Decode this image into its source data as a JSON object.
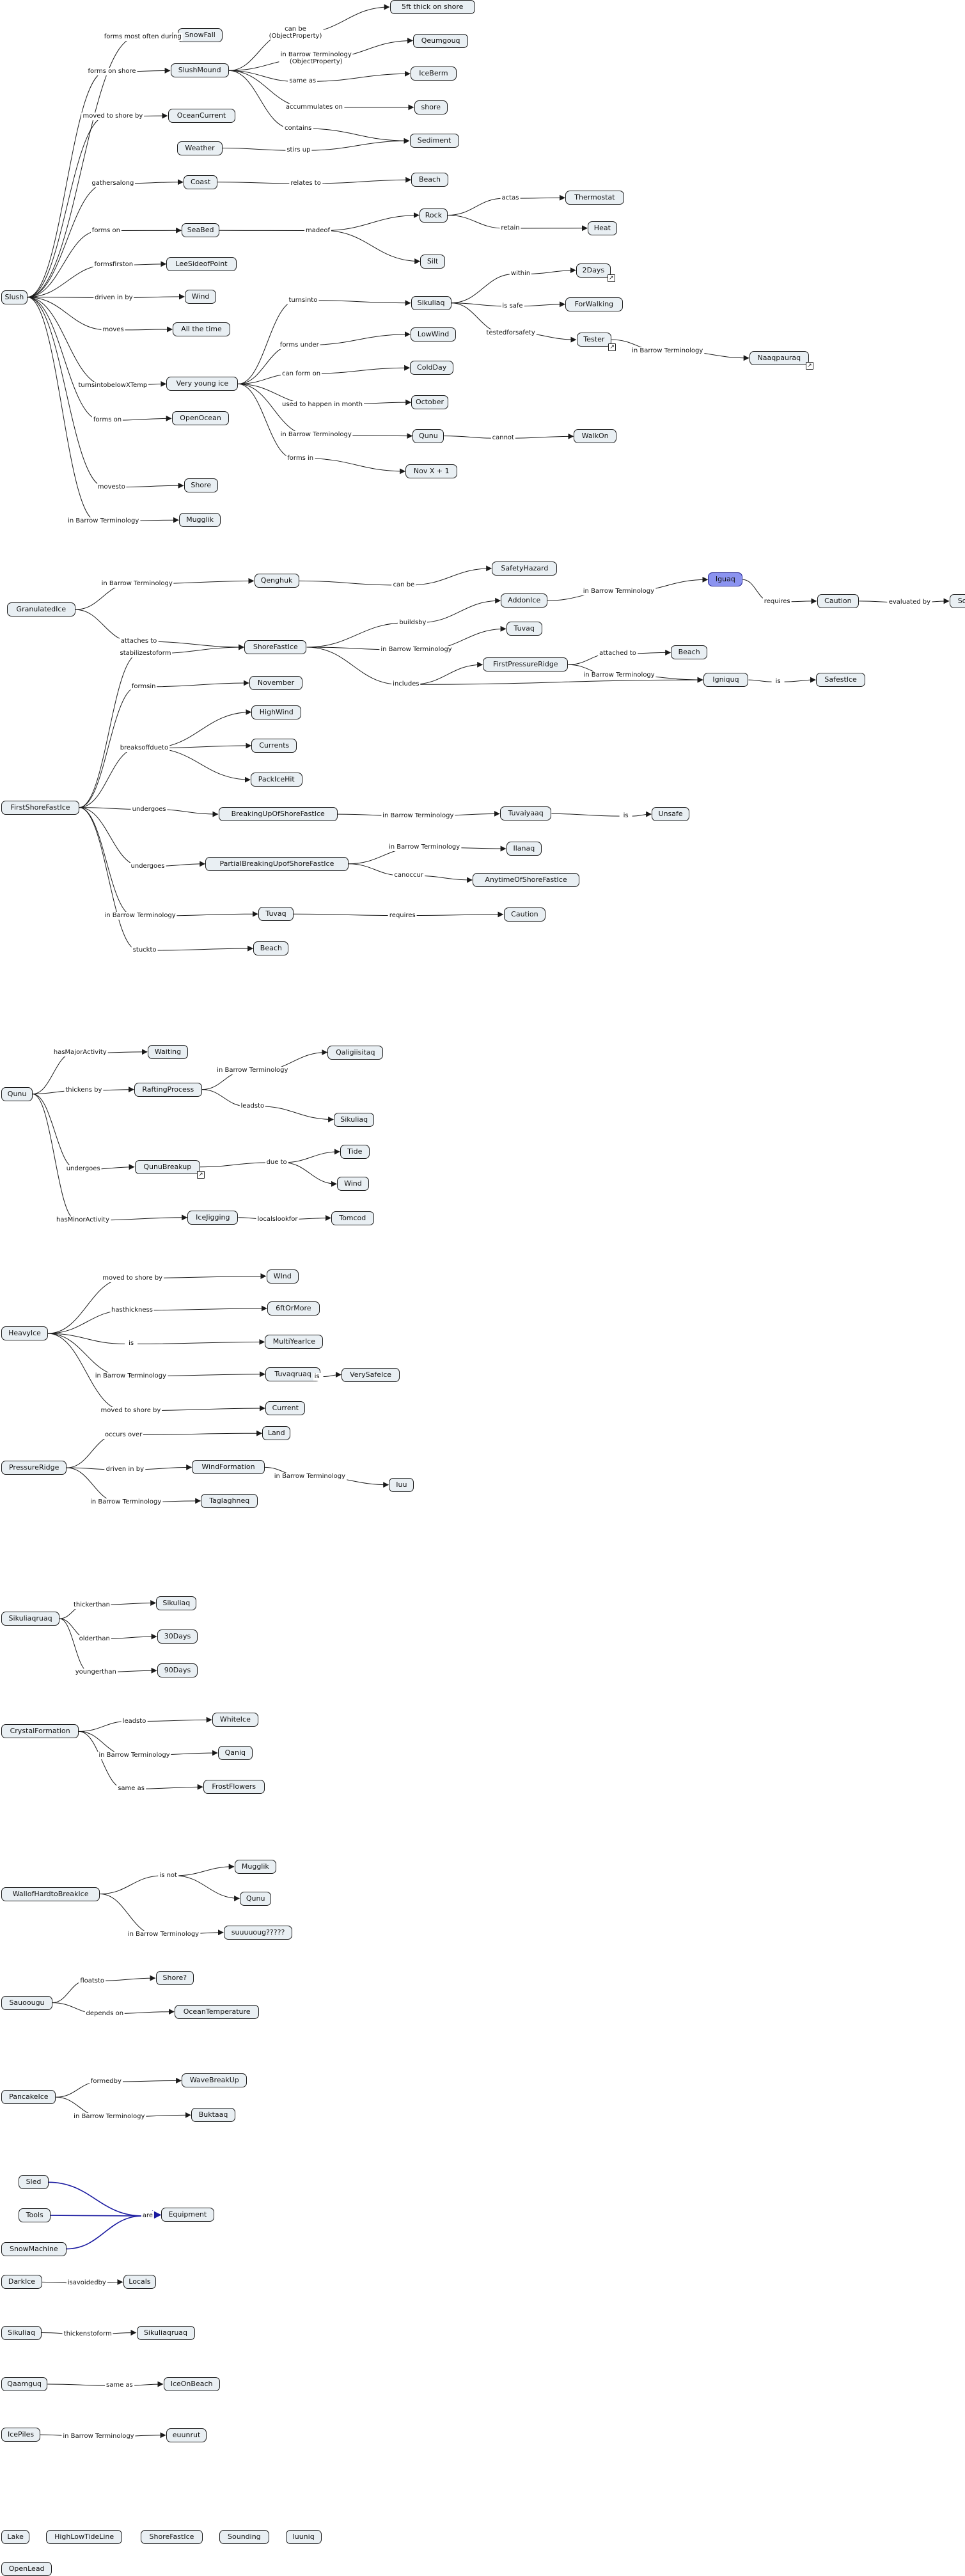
{
  "concepts": {
    "slush": "Slush",
    "snowfall": "SnowFall",
    "sftthick": "5ft thick on shore",
    "qeum": "Qeumgouq",
    "slushmound": "SlushMound",
    "iceberm": "IceBerm",
    "shore1": "shore",
    "sediment": "Sediment",
    "oceancurrent": "OceanCurrent",
    "weather": "Weather",
    "coast": "Coast",
    "beach1": "Beach",
    "seabed": "SeaBed",
    "rock": "Rock",
    "thermostat": "Thermostat",
    "heat": "Heat",
    "silt": "Silt",
    "leeside": "LeeSideofPoint",
    "wind1": "Wind",
    "alltime": "All the time",
    "sikuliaq1": "Sikuliaq",
    "twodays": "2Days",
    "forwalking": "ForWalking",
    "tester": "Tester",
    "naaqpauraq": "Naaqpauraq",
    "verygoung": "Very young ice",
    "lowwind": "LowWind",
    "coldday": "ColdDay",
    "october": "October",
    "qunu1": "Qunu",
    "walkon": "WalkOn",
    "openocean": "OpenOcean",
    "novx": "Nov X + 1",
    "shore2": "Shore",
    "mugglik1": "Mugglik",
    "granulated": "GranulatedIce",
    "qenghuk": "Qenghuk",
    "safetyhazard": "SafetyHazard",
    "addonice": "AddonIce",
    "iguaq": "Iguaq",
    "caution1": "Caution",
    "sounding1": "Sounding",
    "shorefastice1": "ShoreFastIce",
    "tuvaq1": "Tuvaq",
    "firstpressure": "FirstPressureRidge",
    "beach2": "Beach",
    "igniquq": "Igniquq",
    "safestice": "SafestIce",
    "firstshorefast": "FirstShoreFastIce",
    "november": "November",
    "highwind": "HighWind",
    "currents": "Currents",
    "packicehit": "PackIceHit",
    "breakingup": "BreakingUpOfShoreFastIce",
    "tuvaiyaaq": "Tuvaiyaaq",
    "unsafe": "Unsafe",
    "partialbreaking": "PartialBreakingUpofShoreFastIce",
    "ilanaq": "Ilanaq",
    "anytime": "AnytimeOfShoreFastIce",
    "tuvaq2": "Tuvaq",
    "caution2": "Caution",
    "beach3": "Beach",
    "qunu2": "Qunu",
    "waiting": "Waiting",
    "rafting": "RaftingProcess",
    "qaligiisitaq": "Qaligiisitaq",
    "sikuliaq2": "Sikuliaq",
    "tide": "Tide",
    "qunubreakup": "QunuBreakup",
    "wind2": "Wind",
    "icejigging": "IceJigging",
    "tomcod": "Tomcod",
    "heavyice": "HeavyIce",
    "wind3": "WInd",
    "sixft": "6ftOrMore",
    "multiyear": "MultiYearIce",
    "tuvaqruaq": "Tuvaqruaq",
    "verysafe": "VerySafeIce",
    "current": "Current",
    "pressureridge": "PressureRidge",
    "land": "Land",
    "windformation": "WindFormation",
    "iuu": "Iuu",
    "taglaghneq": "Taglaghneq",
    "sikuliaqruaq1": "Sikuliaqruaq",
    "sikuliaq3": "Sikuliaq",
    "thirtydays": "30Days",
    "ninetydays": "90Days",
    "crystal": "CrystalFormation",
    "whiteice": "WhiteIce",
    "qaniq": "Qaniq",
    "frostflowers": "FrostFlowers",
    "wallof": "WallofHardtoBreakIce",
    "mugglik2": "Mugglik",
    "qunu3": "Qunu",
    "suuuuoug": "suuuuoug?????",
    "sauoougu": "Sauoougu",
    "shoreq": "Shore?",
    "oceantemp": "OceanTemperature",
    "pancake": "PancakeIce",
    "wavebreakup": "WaveBreakUp",
    "buktaaq": "Buktaaq",
    "sled": "Sled",
    "tools": "Tools",
    "snowmachine": "SnowMachine",
    "equipment": "Equipment",
    "darkice": "DarkIce",
    "locals": "Locals",
    "sikuliaq4": "Sikuliaq",
    "sikuliaqruaq2": "Sikuliaqruaq",
    "qaamguq": "Qaamguq",
    "iceonbeach": "IceOnBeach",
    "icepiles": "IcePiles",
    "euunrut": "euunrut",
    "lake": "Lake",
    "highlow": "HighLowTideLine",
    "shorefastice2": "ShoreFastIce",
    "sounding2": "Sounding",
    "iuuniq": "Iuuniq",
    "openlead": "OpenLead"
  },
  "linking_phrases": {
    "formsmostoften": "forms most often during",
    "canbe1": "can be\n(ObjectProperty)",
    "inbarrow_obj": "in Barrow Terminology\n(ObjectProperty)",
    "sameas1": "same as",
    "accummulates": "accummulates on",
    "contains": "contains",
    "stirsup": "stirs up",
    "formsonshore": "forms on shore",
    "movedtoshore": "moved to shore by",
    "gathersalong": "gathersalong",
    "relatesto": "relates to",
    "formson1": "forms on",
    "madeof": "madeof",
    "actas": "actas",
    "retain": "retain",
    "formsfirston": "formsfirston",
    "drivenin": "driven in by",
    "moves": "moves",
    "turnsinto": "turnsinto",
    "within": "within",
    "issafe": "is safe",
    "testedforsafety": "testedforsafety",
    "inbarrow_naaq": "in Barrow Terminology",
    "turnsintobelow": "turnsintobelowXTemp",
    "formsunder": "forms under",
    "canformon": "can form on",
    "usedtohappen": "used to happen in month",
    "inbarrow_qunu": "in Barrow Terminology",
    "cannot": "cannot",
    "formsin": "forms in",
    "formson2": "forms on",
    "movesto": "movesto",
    "inbarrow_mugg": "in Barrow Terminology",
    "inbarrow_qeng": "in Barrow Terminology",
    "canbe2": "can be",
    "attachesto": "attaches to",
    "buildsby": "buildsby",
    "inbarrow_iguaq": "in Barrow Terminology",
    "requires1": "requires",
    "evaluatedby": "evaluated by",
    "inbarrow_tuvaq1": "in Barrow Terminology",
    "includes": "includes",
    "attachedto": "attached to",
    "inbarrow_ign": "in Barrow Terminology",
    "is1": "is",
    "stabilizes": "stabilizestoform",
    "formsin2": "formsin",
    "breaksoff": "breaksoffdueto",
    "undergoes1": "undergoes",
    "inbarrow_tuvai": "in Barrow Terminology",
    "is2": "is",
    "undergoes2": "undergoes",
    "inbarrow_ilanaq": "in Barrow Terminology",
    "canoccur": "canoccur",
    "inbarrow_tuvaq2": "in Barrow Terminology",
    "requires2": "requires",
    "stuckto": "stuckto",
    "hasmajor": "hasMajorActivity",
    "thickensby": "thickens by",
    "inbarrow_qalig": "in Barrow Terminology",
    "leadsto1": "leadsto",
    "undergoes3": "undergoes",
    "dueto": "due to",
    "hasminor": "hasMinorActivity",
    "localslookfor": "localslookfor",
    "movedtoshore2": "moved to shore by",
    "hasthickness": "hasthickness",
    "is3": "is",
    "inbarrow_tuvaqr": "in Barrow Terminology",
    "is4": "is",
    "movedtoshore3": "moved to shore by",
    "occursover": "occurs over",
    "drivenin2": "driven in by",
    "inbarrow_iuu": "in Barrow Terminology",
    "inbarrow_tagl": "in Barrow Terminology",
    "thickerthan": "thickerthan",
    "olderthan": "olderthan",
    "youngerthan": "youngerthan",
    "leadsto2": "leadsto",
    "inbarrow_qaniq": "in Barrow Terminology",
    "sameas2": "same as",
    "isnot": "is not",
    "inbarrow_suu": "in Barrow Terminology",
    "floatsto": "floatsto",
    "dependson": "depends on",
    "formedby": "formedby",
    "inbarrow_buk": "in Barrow Terminology",
    "are": "are",
    "isavoidedby": "isavoidedby",
    "thickenstoform": "thickenstoform",
    "sameas3": "same as",
    "inbarrow_euu": "in Barrow Terminology"
  },
  "colors": {
    "selected_fill": "#8b93f0",
    "node_fill": "#e9eff3",
    "line": "#1a1a1a",
    "equipment_line": "#1a1aa0"
  }
}
